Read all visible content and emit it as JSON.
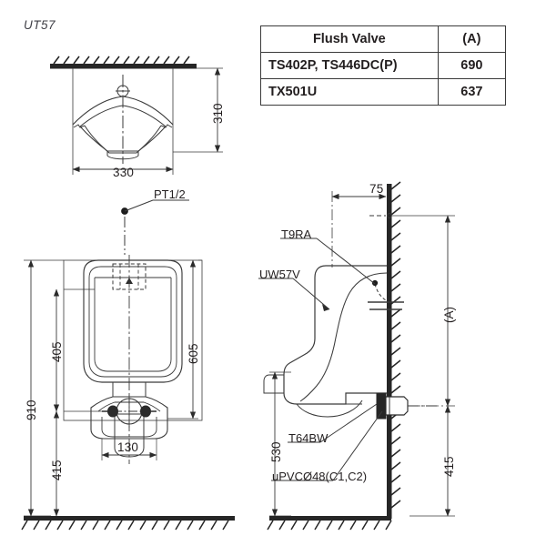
{
  "drawing": {
    "model_title": "UT57",
    "plan_view": {
      "dim_width": "330",
      "dim_depth": "310",
      "callout_supply": "PT1/2"
    },
    "front_view": {
      "dim_total_height": "910",
      "dim_rim_height": "605",
      "dim_upper": "405",
      "dim_trap_height": "415",
      "dim_trap_width": "130"
    },
    "side_view": {
      "dim_wall_offset": "75",
      "dim_variable": "(A)",
      "dim_body_height": "530",
      "dim_outlet_height": "415",
      "label_flush_pipe": "T9RA",
      "label_urinal": "UW57V",
      "label_trap": "T64BW",
      "label_waste_pipe": "uPVCØ48(C1,C2)"
    }
  },
  "table": {
    "headers": [
      "Flush Valve",
      "(A)"
    ],
    "rows": [
      {
        "valve": "TS402P, TS446DC(P)",
        "a": "690"
      },
      {
        "valve": "TX501U",
        "a": "637"
      }
    ]
  },
  "colors": {
    "ink": "#231f20",
    "line": "#3a3a3a",
    "solid_fill": "#262626"
  }
}
